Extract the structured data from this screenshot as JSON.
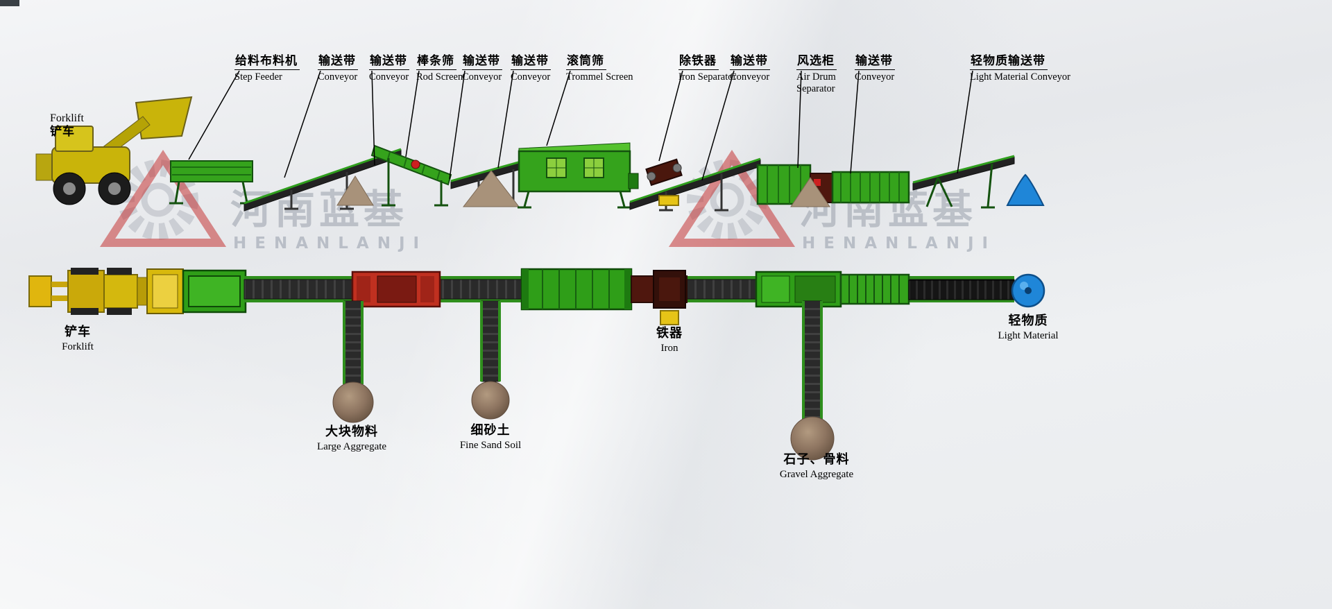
{
  "watermark": {
    "brand_zh": "河南蓝基",
    "brand_en": "HENANLANJI"
  },
  "side_view": {
    "forklift_label": {
      "en": "Forklift",
      "zh": "铲车"
    }
  },
  "top_labels": [
    {
      "zh": "给料布料机",
      "en": "Step Feeder"
    },
    {
      "zh": "输送带",
      "en": "Conveyor"
    },
    {
      "zh": "输送带",
      "en": "Conveyor"
    },
    {
      "zh": "棒条筛",
      "en": "Rod Screen"
    },
    {
      "zh": "输送带",
      "en": "Conveyor"
    },
    {
      "zh": "输送带",
      "en": "Conveyor"
    },
    {
      "zh": "滚筒筛",
      "en": "Trommel Screen"
    },
    {
      "zh": "除铁器",
      "en": "Iron Separator"
    },
    {
      "zh": "输送带",
      "en": "Conveyor"
    },
    {
      "zh": "风选柜",
      "en": "Air Drum Separator"
    },
    {
      "zh": "输送带",
      "en": "Conveyor"
    },
    {
      "zh": "轻物质输送带",
      "en": "Light Material Conveyor"
    }
  ],
  "bottom_labels": {
    "forklift": {
      "zh": "铲车",
      "en": "Forklift"
    },
    "large_aggregate": {
      "zh": "大块物料",
      "en": "Large Aggregate"
    },
    "fine_sand": {
      "zh": "细砂土",
      "en": "Fine Sand Soil"
    },
    "iron": {
      "zh": "铁器",
      "en": "Iron"
    },
    "gravel": {
      "zh": "石子、骨料",
      "en": "Gravel Aggregate"
    },
    "light_material": {
      "zh": "轻物质",
      "en": "Light Material"
    }
  },
  "colors": {
    "machine_green": "#35a31c",
    "machine_green_dark": "#14520f",
    "belt_dark": "#262626",
    "pile_brown": "#8d7460",
    "forklift_yellow": "#c9b40a",
    "iron_yellow": "#e6c417",
    "separator_maroon": "#4f170e",
    "accent_red": "#c03020",
    "light_material_blue": "#1f86d8",
    "watermark_gray": "#99a0ab",
    "watermark_red": "#c43434"
  }
}
